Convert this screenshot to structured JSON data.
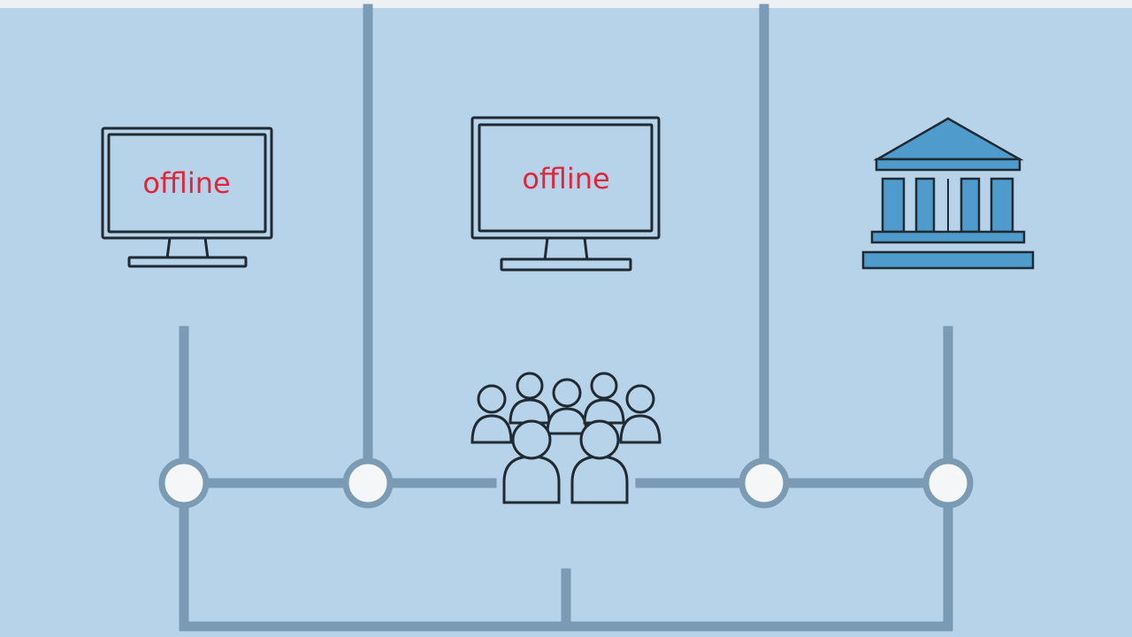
{
  "monitors": [
    {
      "id": "left",
      "status_text": "offline"
    },
    {
      "id": "center",
      "status_text": "offline"
    }
  ],
  "colors": {
    "background": "#b7d3e9",
    "line": "#7a9bb3",
    "node": "#f4f6f7",
    "status_text": "#e0263a",
    "bank": "#4f9ccc",
    "outline": "#1f2a33"
  },
  "icons": [
    "monitor-icon",
    "monitor-icon",
    "bank-icon",
    "people-group-icon"
  ]
}
